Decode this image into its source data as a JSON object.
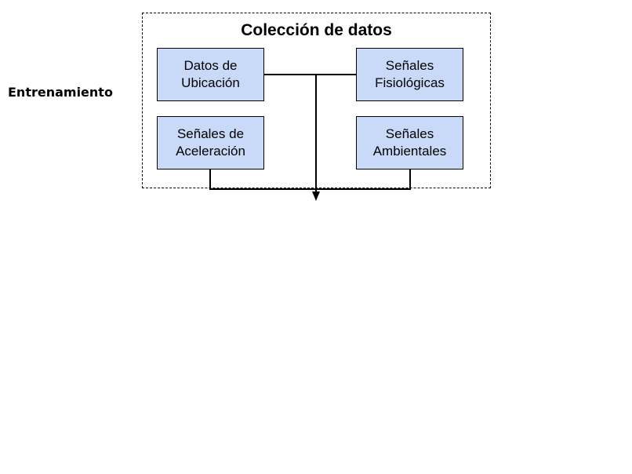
{
  "stage_label": "Entrenamiento",
  "group": {
    "title": "Colección de datos"
  },
  "nodes": [
    {
      "label": "Datos de\nUbicación"
    },
    {
      "label": "Señales\nFisiológicas"
    },
    {
      "label": "Señales de\nAceleración"
    },
    {
      "label": "Señales\nAmbientales"
    }
  ],
  "colors": {
    "node_fill": "#c9daf8",
    "line": "#000000"
  }
}
